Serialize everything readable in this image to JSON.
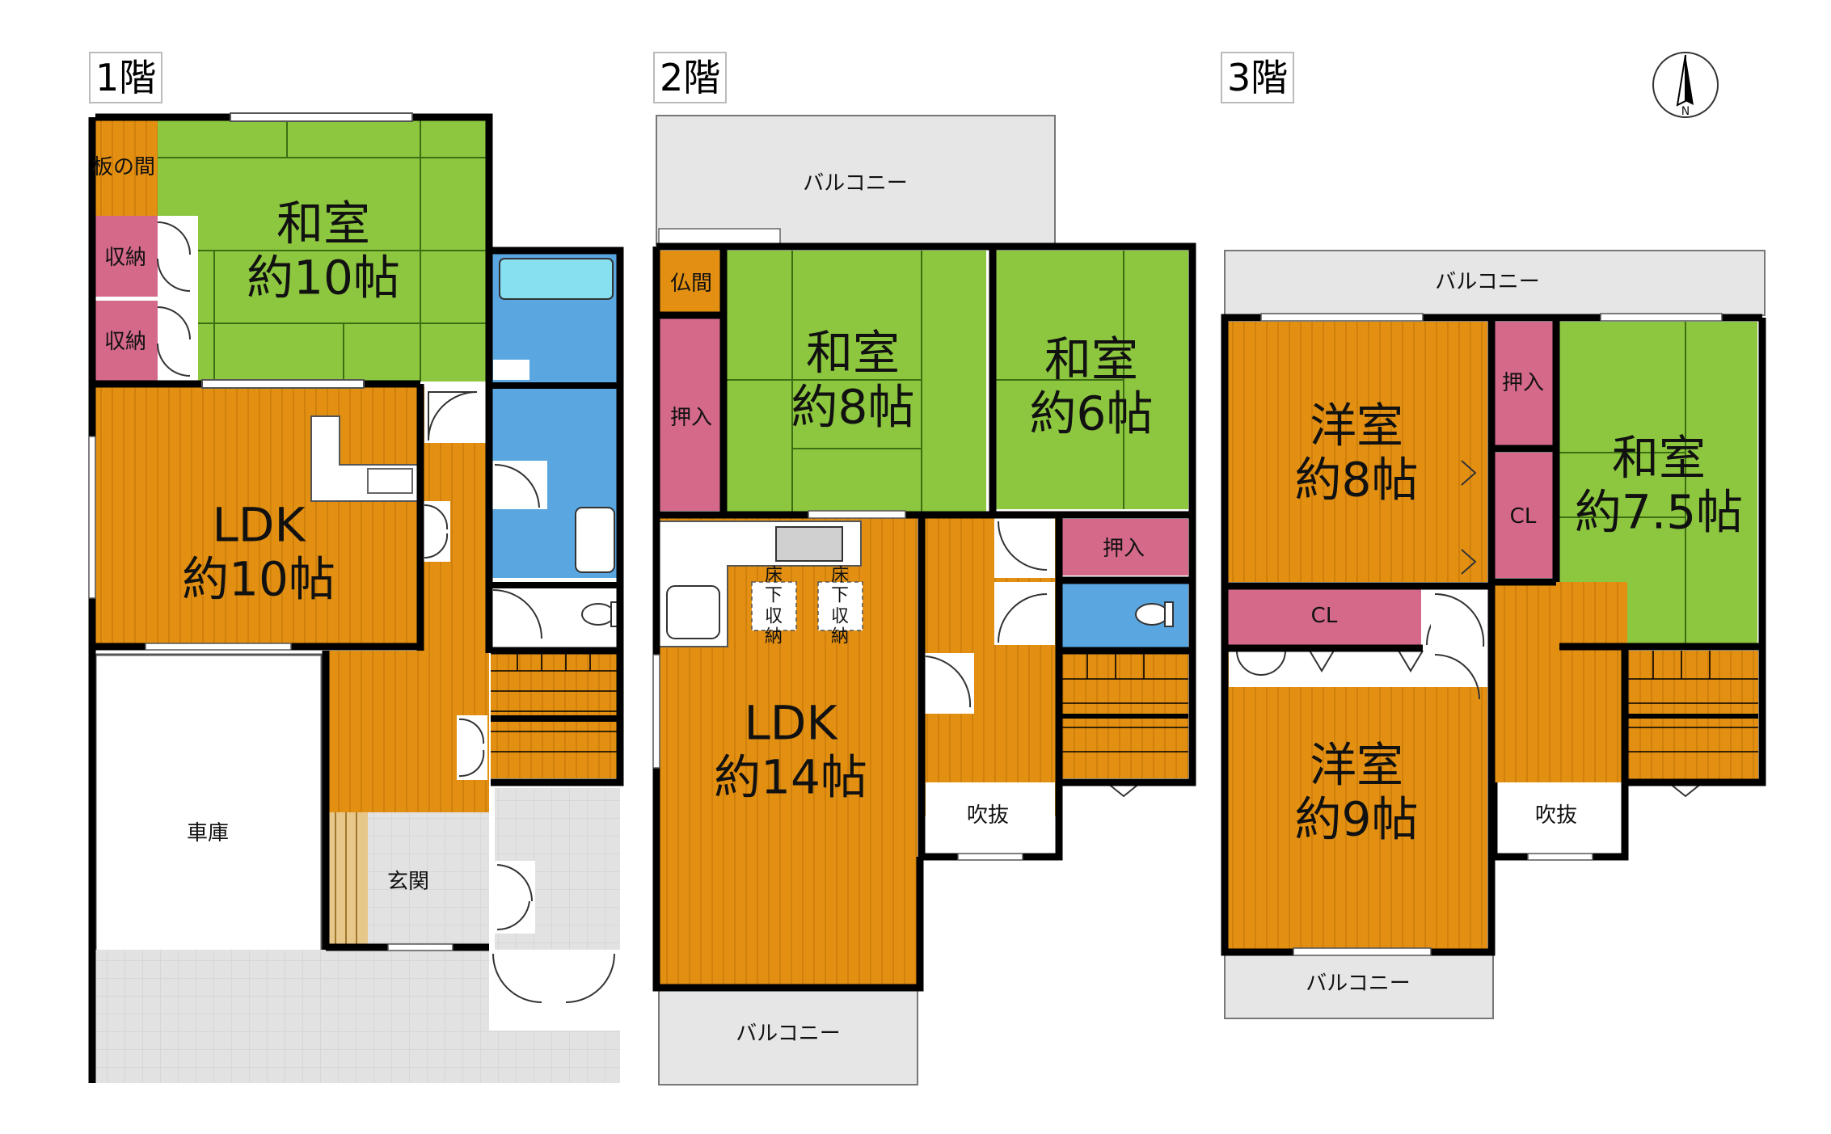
{
  "colors": {
    "washitsu": "#8dc63f",
    "wood": "#e39012",
    "storage": "#d4698a",
    "water": "#5aa6e0",
    "balcony": "#e6e6e6",
    "genkan": "#e0e0e0",
    "wall": "#000000"
  },
  "floors": [
    {
      "label": "1階",
      "rooms": [
        {
          "name": "和室",
          "size": "約10帖"
        },
        {
          "name": "LDK",
          "size": "約10帖"
        },
        {
          "name": "板の間"
        },
        {
          "name": "収納"
        },
        {
          "name": "収納"
        },
        {
          "name": "車庫"
        },
        {
          "name": "玄関"
        }
      ]
    },
    {
      "label": "2階",
      "rooms": [
        {
          "name": "バルコニー"
        },
        {
          "name": "仏間"
        },
        {
          "name": "押入"
        },
        {
          "name": "和室",
          "size": "約8帖"
        },
        {
          "name": "和室",
          "size": "約6帖"
        },
        {
          "name": "押入"
        },
        {
          "name": "LDK",
          "size": "約14帖"
        },
        {
          "name": "床下収納"
        },
        {
          "name": "床下収納"
        },
        {
          "name": "吹抜"
        },
        {
          "name": "バルコニー"
        }
      ]
    },
    {
      "label": "3階",
      "rooms": [
        {
          "name": "バルコニー"
        },
        {
          "name": "洋室",
          "size": "約8帖"
        },
        {
          "name": "押入"
        },
        {
          "name": "CL"
        },
        {
          "name": "和室",
          "size": "約7.5帖"
        },
        {
          "name": "CL"
        },
        {
          "name": "洋室",
          "size": "約9帖"
        },
        {
          "name": "吹抜"
        },
        {
          "name": "バルコニー"
        }
      ]
    }
  ],
  "compass": {
    "label": "N",
    "icon": "north-arrow-icon"
  }
}
